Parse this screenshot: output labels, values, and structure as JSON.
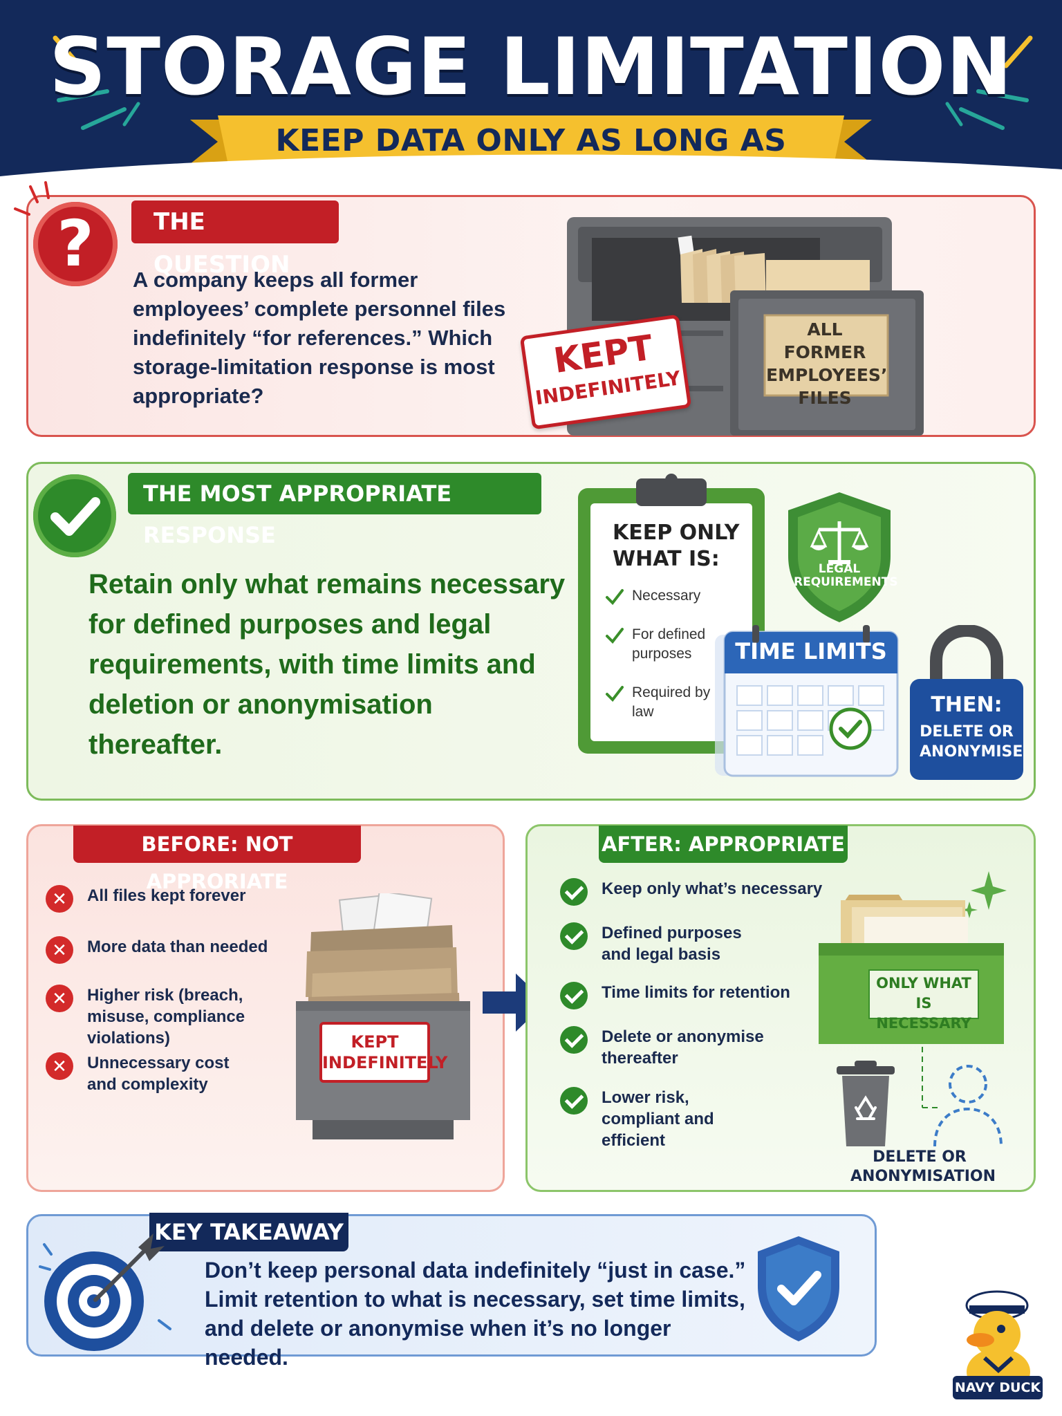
{
  "header": {
    "title": "STORAGE LIMITATION",
    "subtitle": "KEEP DATA ONLY AS LONG AS NECESSARY"
  },
  "question": {
    "label": "THE QUESTION",
    "icon": "question-icon",
    "text": "A company keeps all former employees’ complete personnel files indefinitely “for references.” Which storage-limitation response is most appropriate?",
    "stamp_line1": "KEPT",
    "stamp_line2": "INDEFINITELY",
    "drawer_label": "ALL FORMER EMPLOYEES’ FILES"
  },
  "response": {
    "label": "THE MOST APPROPRIATE RESPONSE",
    "icon": "checkmark-icon",
    "text": "Retain only what remains necessary for defined purposes and legal requirements, with time limits and deletion or anonymisation thereafter.",
    "clipboard_title": "KEEP ONLY WHAT IS:",
    "clipboard_items": [
      "Necessary",
      "For defined purposes",
      "Required by law"
    ],
    "shield_text": "LEGAL REQUIREMENTS",
    "calendar_title": "TIME LIMITS",
    "lock_title": "THEN:",
    "lock_text": "DELETE OR ANONYMISE"
  },
  "before": {
    "label": "BEFORE: NOT APPRORIATE",
    "items": [
      "All files kept forever",
      "More data than needed",
      "Higher risk (breach, misuse, compliance violations)",
      "Unnecessary cost and complexity"
    ],
    "box_label": "KEPT INDEFINITELY"
  },
  "after": {
    "label": "AFTER: APPROPRIATE",
    "items": [
      "Keep only what’s necessary",
      "Defined purposes and legal basis",
      "Time limits for retention",
      "Delete or anonymise thereafter",
      "Lower risk, compliant and efficient"
    ],
    "box_label": "ONLY WHAT IS NECESSARY",
    "delete_label": "DELETE OR ANONYMISATION"
  },
  "takeaway": {
    "label": "KEY TAKEAWAY",
    "text": "Don’t keep personal data indefinitely “just in case.” Limit retention to what is necessary, set time limits, and delete or anonymise when it’s no longer needed."
  },
  "logo": {
    "text": "NAVY DUCK"
  },
  "colors": {
    "navy": "#13295a",
    "red": "#c21f26",
    "green": "#2e8a2a",
    "yellow": "#f5c02e",
    "blue": "#1e4f9e"
  }
}
